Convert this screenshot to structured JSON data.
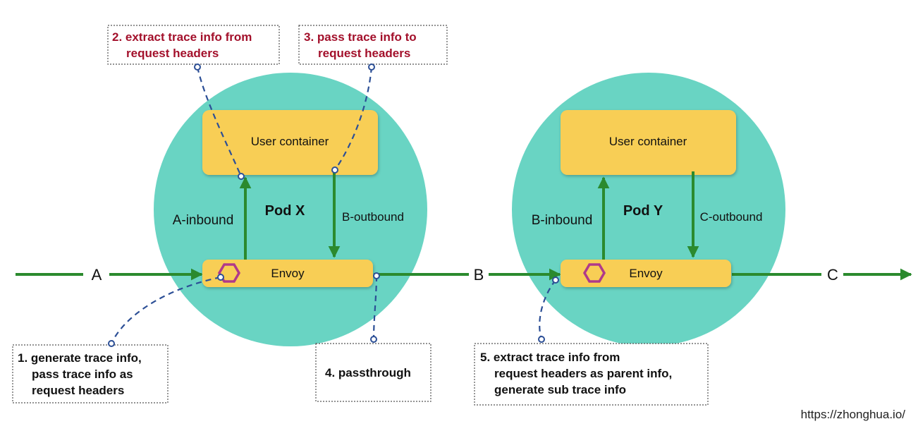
{
  "pods": [
    {
      "name": "Pod X",
      "container_label": "User container",
      "envoy_label": "Envoy",
      "inbound_label": "A-inbound",
      "outbound_label": "B-outbound"
    },
    {
      "name": "Pod Y",
      "container_label": "User container",
      "envoy_label": "Envoy",
      "inbound_label": "B-inbound",
      "outbound_label": "C-outbound"
    }
  ],
  "flow_labels": [
    "A",
    "B",
    "C"
  ],
  "notes": {
    "n1": [
      "1. generate trace info,",
      "pass trace info as",
      "request headers"
    ],
    "n2": [
      "2. extract trace info from",
      "request headers"
    ],
    "n3": [
      "3. pass trace info to",
      "request headers"
    ],
    "n4": [
      "4. passthrough"
    ],
    "n5": [
      "5. extract trace info from",
      "request headers as parent info,",
      "generate sub trace info"
    ]
  },
  "credit": "https://zhonghua.io/",
  "colors": {
    "pod_fill": "#69d4c3",
    "box_fill": "#f8ce55",
    "arrow": "#2b8a2e",
    "dashed": "#2c4f96",
    "hexagon": "#b03a8a",
    "highlight_text": "#a3102b"
  }
}
